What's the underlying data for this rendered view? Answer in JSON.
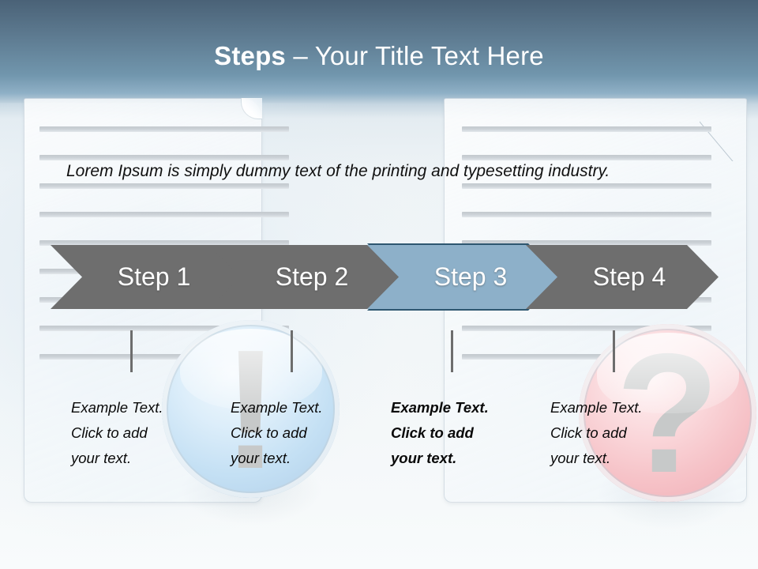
{
  "slide": {
    "title_bold": "Steps",
    "title_rest": " – Your Title Text Here",
    "body_text": "Lorem Ipsum is simply dummy text of the printing and typesetting industry."
  },
  "colors": {
    "header_gradient_top": "#4a6277",
    "header_gradient_bottom": "#8fb0c6",
    "chevron_default": "#6e6e6e",
    "chevron_highlight": "#8db0c9",
    "chevron_highlight_border": "#2e5770",
    "chevron_label": "#ffffff",
    "rule_line": "#c8ced3",
    "circle_blue": "#c4e0f4",
    "circle_red": "#f6c3c8",
    "glyph_gray": "#c7c9c9",
    "tick": "#6d6d6d",
    "body_text": "#101010"
  },
  "steps": [
    {
      "label": "Step 1",
      "highlighted": false,
      "caption_l1": "Example Text.",
      "caption_l2": "Click  to add",
      "caption_l3": "your text.",
      "caption_bold": false
    },
    {
      "label": "Step 2",
      "highlighted": false,
      "caption_l1": "Example Text.",
      "caption_l2": "Click  to add",
      "caption_l3": "your text.",
      "caption_bold": false
    },
    {
      "label": "Step 3",
      "highlighted": true,
      "caption_l1": "Example Text.",
      "caption_l2": "Click  to add",
      "caption_l3": "your text.",
      "caption_bold": true
    },
    {
      "label": "Step 4",
      "highlighted": false,
      "caption_l1": "Example Text.",
      "caption_l2": "Click  to add",
      "caption_l3": "your text.",
      "caption_bold": false
    }
  ],
  "decorations": {
    "exclamation_glyph": "!",
    "question_glyph": "?",
    "exclamation_icon_name": "exclamation-mark-icon",
    "question_icon_name": "question-mark-icon"
  }
}
